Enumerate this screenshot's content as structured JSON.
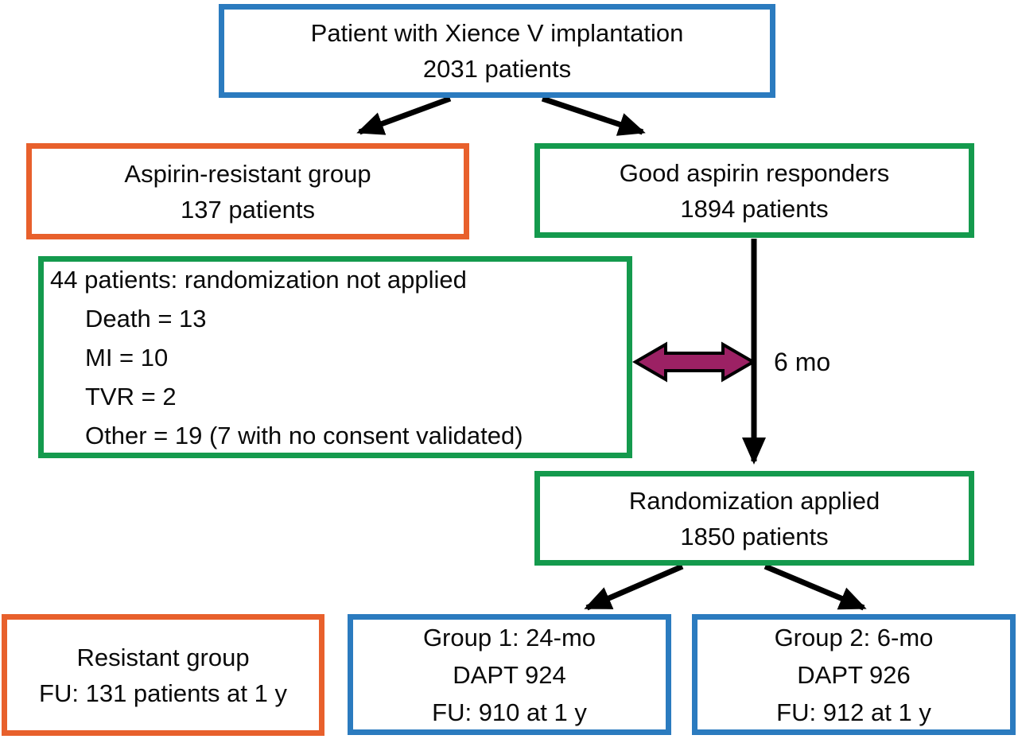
{
  "colors": {
    "blue": "#2B7BBF",
    "orange": "#E8602C",
    "green": "#149A4D",
    "magenta": "#9C2164",
    "arrow_black": "#000000"
  },
  "boxes": {
    "top": {
      "line1": "Patient with Xience V implantation",
      "line2": "2031 patients"
    },
    "aspirin_resistant": {
      "line1": "Aspirin-resistant group",
      "line2": "137 patients"
    },
    "good_responders": {
      "line1": "Good aspirin responders",
      "line2": "1894 patients"
    },
    "not_randomized": {
      "title": "44 patients: randomization not applied",
      "items": [
        "Death = 13",
        "MI = 10",
        "TVR = 2",
        "Other = 19 (7 with no consent validated)"
      ]
    },
    "randomization_applied": {
      "line1": "Randomization applied",
      "line2": "1850 patients"
    },
    "resistant_group_fu": {
      "line1": "Resistant group",
      "line2": "FU: 131 patients at 1 y"
    },
    "group1": {
      "line1": "Group 1: 24-mo",
      "line2": "DAPT 924",
      "line3": "FU: 910 at 1 y"
    },
    "group2": {
      "line1": "Group 2: 6-mo",
      "line2": "DAPT 926",
      "line3": "FU: 912 at 1 y"
    }
  },
  "labels": {
    "interval": "6 mo"
  }
}
